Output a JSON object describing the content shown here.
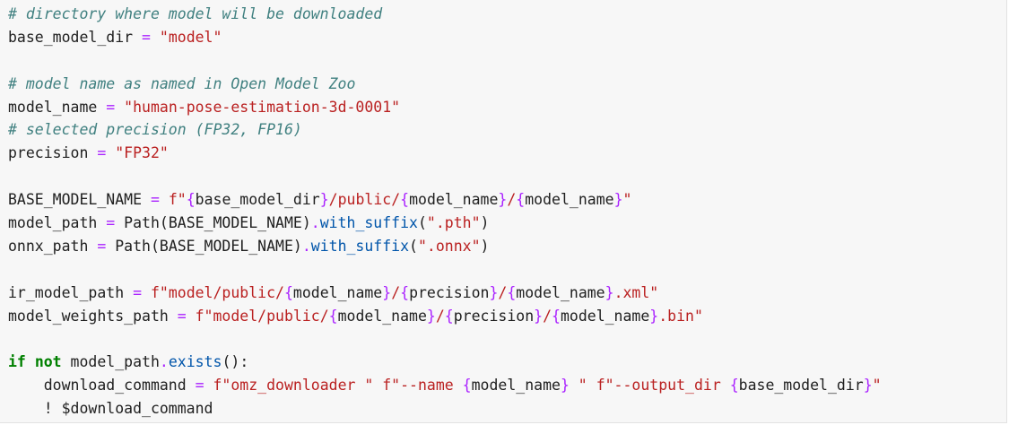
{
  "code_lines": [
    [
      {
        "text": "# directory where model will be downloaded",
        "type": "comment"
      }
    ],
    [
      {
        "text": "base_model_dir ",
        "type": "text"
      },
      {
        "text": "=",
        "type": "op"
      },
      {
        "text": " ",
        "type": "text"
      },
      {
        "text": "\"model\"",
        "type": "string"
      }
    ],
    [],
    [
      {
        "text": "# model name as named in Open Model Zoo",
        "type": "comment"
      }
    ],
    [
      {
        "text": "model_name ",
        "type": "text"
      },
      {
        "text": "=",
        "type": "op"
      },
      {
        "text": " ",
        "type": "text"
      },
      {
        "text": "\"human-pose-estimation-3d-0001\"",
        "type": "string"
      }
    ],
    [
      {
        "text": "# selected precision (FP32, FP16)",
        "type": "comment"
      }
    ],
    [
      {
        "text": "precision ",
        "type": "text"
      },
      {
        "text": "=",
        "type": "op"
      },
      {
        "text": " ",
        "type": "text"
      },
      {
        "text": "\"FP32\"",
        "type": "string"
      }
    ],
    [],
    [
      {
        "text": "BASE_MODEL_NAME ",
        "type": "text"
      },
      {
        "text": "=",
        "type": "op"
      },
      {
        "text": " ",
        "type": "text"
      },
      {
        "text": "f\"",
        "type": "string"
      },
      {
        "text": "{",
        "type": "op"
      },
      {
        "text": "base_model_dir",
        "type": "text"
      },
      {
        "text": "}",
        "type": "op"
      },
      {
        "text": "/public/",
        "type": "string"
      },
      {
        "text": "{",
        "type": "op"
      },
      {
        "text": "model_name",
        "type": "text"
      },
      {
        "text": "}",
        "type": "op"
      },
      {
        "text": "/",
        "type": "string"
      },
      {
        "text": "{",
        "type": "op"
      },
      {
        "text": "model_name",
        "type": "text"
      },
      {
        "text": "}",
        "type": "op"
      },
      {
        "text": "\"",
        "type": "string"
      }
    ],
    [
      {
        "text": "model_path ",
        "type": "text"
      },
      {
        "text": "=",
        "type": "op"
      },
      {
        "text": " Path(BASE_MODEL_NAME)",
        "type": "text"
      },
      {
        "text": ".",
        "type": "op"
      },
      {
        "text": "with_suffix",
        "type": "func"
      },
      {
        "text": "(",
        "type": "text"
      },
      {
        "text": "\".pth\"",
        "type": "string"
      },
      {
        "text": ")",
        "type": "text"
      }
    ],
    [
      {
        "text": "onnx_path ",
        "type": "text"
      },
      {
        "text": "=",
        "type": "op"
      },
      {
        "text": " Path(BASE_MODEL_NAME)",
        "type": "text"
      },
      {
        "text": ".",
        "type": "op"
      },
      {
        "text": "with_suffix",
        "type": "func"
      },
      {
        "text": "(",
        "type": "text"
      },
      {
        "text": "\".onnx\"",
        "type": "string"
      },
      {
        "text": ")",
        "type": "text"
      }
    ],
    [],
    [
      {
        "text": "ir_model_path ",
        "type": "text"
      },
      {
        "text": "=",
        "type": "op"
      },
      {
        "text": " ",
        "type": "text"
      },
      {
        "text": "f\"model/public/",
        "type": "string"
      },
      {
        "text": "{",
        "type": "op"
      },
      {
        "text": "model_name",
        "type": "text"
      },
      {
        "text": "}",
        "type": "op"
      },
      {
        "text": "/",
        "type": "string"
      },
      {
        "text": "{",
        "type": "op"
      },
      {
        "text": "precision",
        "type": "text"
      },
      {
        "text": "}",
        "type": "op"
      },
      {
        "text": "/",
        "type": "string"
      },
      {
        "text": "{",
        "type": "op"
      },
      {
        "text": "model_name",
        "type": "text"
      },
      {
        "text": "}",
        "type": "op"
      },
      {
        "text": ".xml\"",
        "type": "string"
      }
    ],
    [
      {
        "text": "model_weights_path ",
        "type": "text"
      },
      {
        "text": "=",
        "type": "op"
      },
      {
        "text": " ",
        "type": "text"
      },
      {
        "text": "f\"model/public/",
        "type": "string"
      },
      {
        "text": "{",
        "type": "op"
      },
      {
        "text": "model_name",
        "type": "text"
      },
      {
        "text": "}",
        "type": "op"
      },
      {
        "text": "/",
        "type": "string"
      },
      {
        "text": "{",
        "type": "op"
      },
      {
        "text": "precision",
        "type": "text"
      },
      {
        "text": "}",
        "type": "op"
      },
      {
        "text": "/",
        "type": "string"
      },
      {
        "text": "{",
        "type": "op"
      },
      {
        "text": "model_name",
        "type": "text"
      },
      {
        "text": "}",
        "type": "op"
      },
      {
        "text": ".bin\"",
        "type": "string"
      }
    ],
    [],
    [
      {
        "text": "if",
        "type": "kw"
      },
      {
        "text": " ",
        "type": "text"
      },
      {
        "text": "not",
        "type": "kw"
      },
      {
        "text": " model_path",
        "type": "text"
      },
      {
        "text": ".",
        "type": "op"
      },
      {
        "text": "exists",
        "type": "func"
      },
      {
        "text": "():",
        "type": "text"
      }
    ],
    [
      {
        "text": "    download_command ",
        "type": "text"
      },
      {
        "text": "=",
        "type": "op"
      },
      {
        "text": " ",
        "type": "text"
      },
      {
        "text": "f\"omz_downloader \"",
        "type": "string"
      },
      {
        "text": " ",
        "type": "text"
      },
      {
        "text": "f\"--name ",
        "type": "string"
      },
      {
        "text": "{",
        "type": "op"
      },
      {
        "text": "model_name",
        "type": "text"
      },
      {
        "text": "}",
        "type": "op"
      },
      {
        "text": " \"",
        "type": "string"
      },
      {
        "text": " ",
        "type": "text"
      },
      {
        "text": "f\"--output_dir ",
        "type": "string"
      },
      {
        "text": "{",
        "type": "op"
      },
      {
        "text": "base_model_dir",
        "type": "text"
      },
      {
        "text": "}",
        "type": "op"
      },
      {
        "text": "\"",
        "type": "string"
      }
    ],
    [
      {
        "text": "    ! $download_command",
        "type": "text"
      }
    ]
  ],
  "colors": {
    "background": "#f7f7f7",
    "comment": "#408080",
    "string": "#ba2121",
    "operator": "#aa22ff",
    "function": "#0055aa",
    "keyword": "#008000",
    "text": "#202020"
  }
}
